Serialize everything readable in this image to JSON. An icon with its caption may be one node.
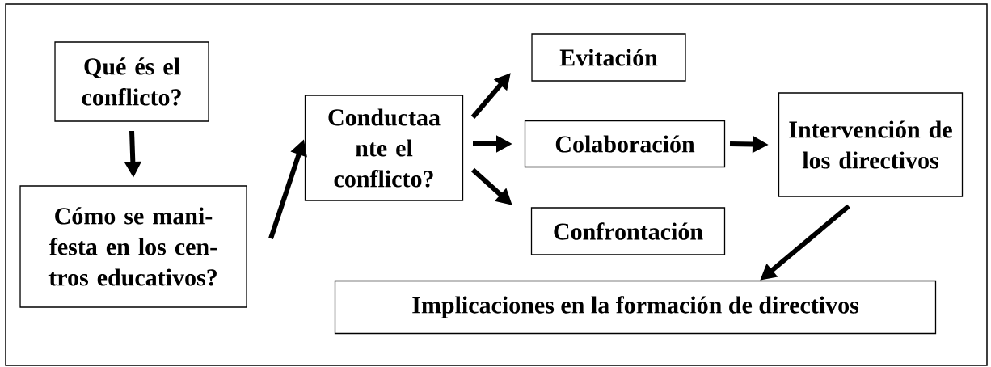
{
  "diagram": {
    "nodes": [
      {
        "text": [
          "Qué és el conflicto?"
        ]
      },
      {
        "text": [
          "Cómo se mani- festa en los cen- tros educativos?"
        ]
      },
      {
        "text": [
          "Conductaa nte el conflicto?"
        ]
      },
      {
        "text": [
          "Evitación"
        ]
      },
      {
        "text": [
          "Colaboración"
        ]
      },
      {
        "text": [
          "Confrontación"
        ]
      },
      {
        "text": [
          "Intervención de los directivos"
        ]
      },
      {
        "text": [
          "Implicaciones en la formación de directivos"
        ]
      }
    ],
    "edges": [
      {
        "from": 0,
        "to": 1,
        "arrow": "to"
      },
      {
        "from": 1,
        "to": 2,
        "arrow": "to"
      },
      {
        "from": 2,
        "to": 3,
        "arrow": "to"
      },
      {
        "from": 2,
        "to": 4,
        "arrow": "to"
      },
      {
        "from": 2,
        "to": 5,
        "arrow": "to"
      },
      {
        "from": 4,
        "to": 6,
        "arrow": "to"
      },
      {
        "from": 6,
        "to": 7,
        "arrow": "to"
      }
    ]
  }
}
